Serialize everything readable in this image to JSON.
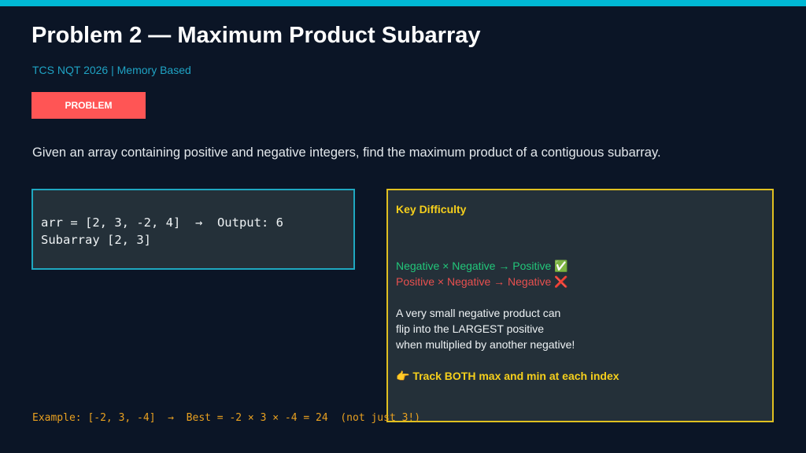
{
  "header": {
    "title": "Problem 2 — Maximum Product Subarray",
    "subtitle": "TCS NQT 2026 | Memory Based",
    "badge": "PROBLEM"
  },
  "description": "Given an array containing positive and negative integers, find the maximum product of a contiguous subarray.",
  "code_box": {
    "line1": "arr = [2, 3, -2, 4]  →  Output: 6",
    "line2": "Subarray [2, 3]"
  },
  "key_box": {
    "heading": "Key Difficulty",
    "rule_positive": "Negative × Negative → Positive ✅",
    "rule_negative": "Positive × Negative → Negative ❌",
    "explain": [
      "A very small negative product can",
      "flip into the LARGEST positive",
      "when multiplied by another negative!"
    ],
    "tip": "👉 Track BOTH max and min at each index"
  },
  "example": "Example: [-2, 3, -4]  →  Best = -2 × 3 × -4 = 24  (not just 3!)",
  "colors": {
    "accent": "#00b8d4",
    "badge": "#ff5555",
    "highlight": "#f5cf1c",
    "example": "#e8a020"
  }
}
